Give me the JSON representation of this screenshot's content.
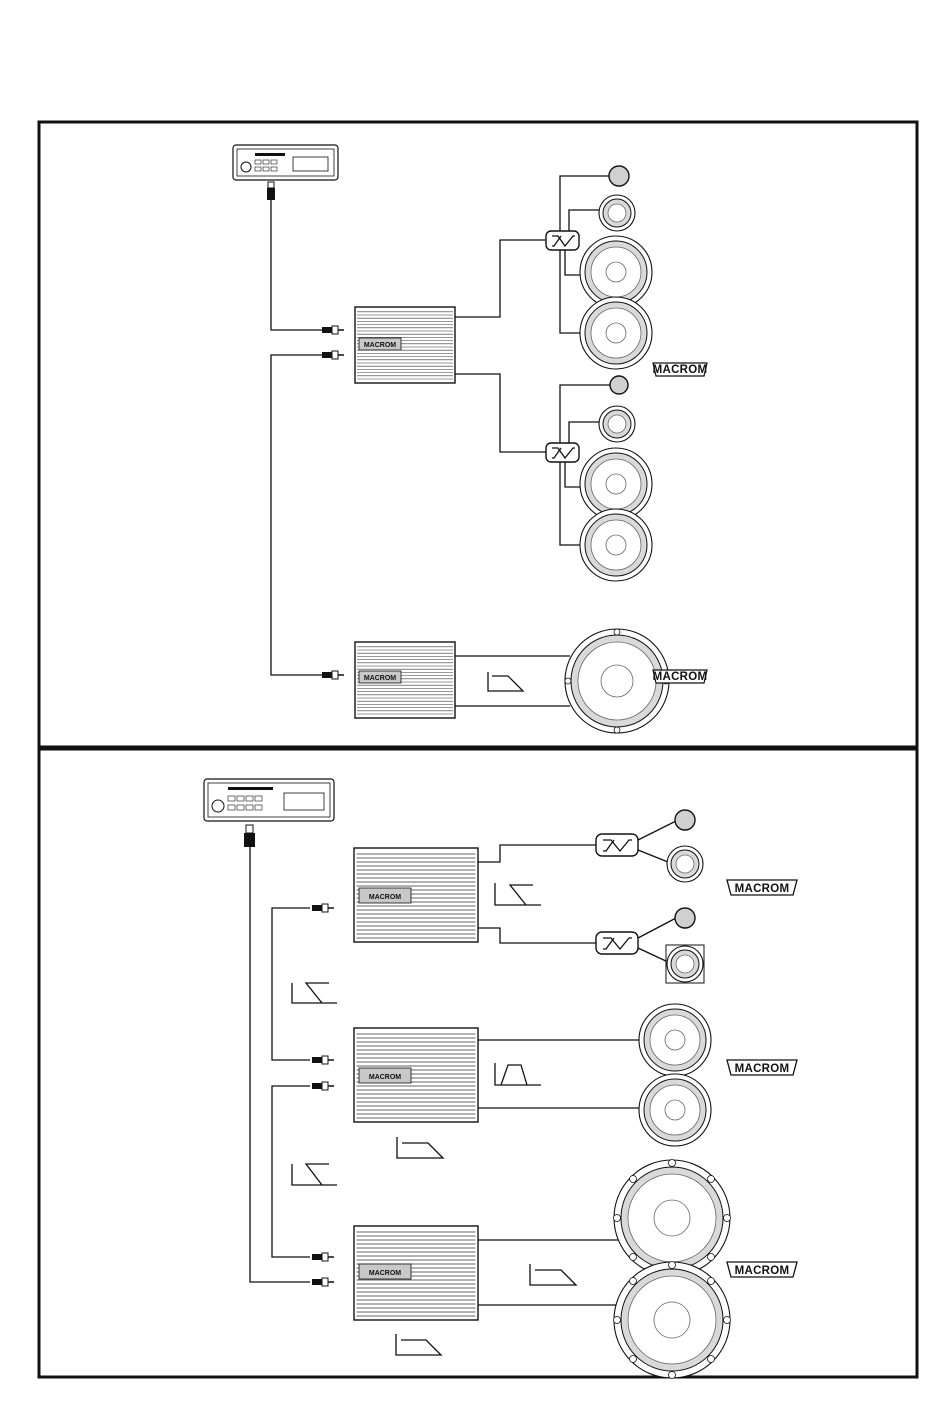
{
  "brand": {
    "amp_logo_text": "MACROM",
    "speaker_logo_text": "MACROM"
  },
  "colors": {
    "line": "#111111",
    "logo_plate": "#c8c8c8",
    "speaker_surround": "#d9d9d9",
    "background": "#ffffff"
  },
  "icons": {
    "crossover": "crossover-icon",
    "highpass": "high-pass-filter-icon",
    "lowpass": "low-pass-filter-icon",
    "bandpass": "band-pass-filter-icon"
  },
  "panels": {
    "top": {
      "amplifiers": [
        "amplifier-front",
        "amplifier-sub"
      ],
      "filters": [
        "low-pass"
      ]
    },
    "bottom": {
      "amplifiers": [
        "amplifier-high",
        "amplifier-mid",
        "amplifier-sub"
      ],
      "filters": [
        "high-pass",
        "high-pass",
        "band-pass",
        "low-pass",
        "high-pass",
        "low-pass",
        "low-pass"
      ]
    }
  }
}
